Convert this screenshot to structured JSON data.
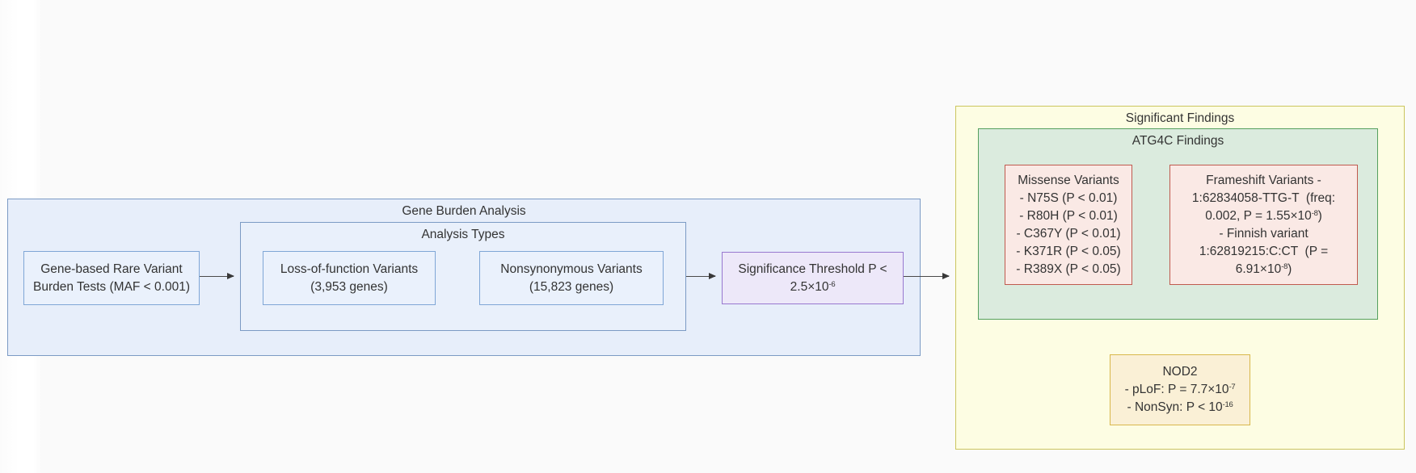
{
  "diagram": {
    "gene_burden": {
      "title": "Gene Burden Analysis",
      "gene_based_node": {
        "lines": [
          "Gene-based Rare Variant",
          "Burden Tests (MAF < 0.001)"
        ]
      },
      "analysis_types": {
        "title": "Analysis Types",
        "lof_node": {
          "lines": [
            "Loss-of-function Variants",
            "(3,953 genes)"
          ]
        },
        "nonsyn_node": {
          "lines": [
            "Nonsynonymous Variants",
            "(15,823 genes)"
          ]
        }
      },
      "significance_node": {
        "lines": [
          "Significance Threshold P <",
          "2.5×10^(-6)"
        ]
      }
    },
    "significant_findings": {
      "title": "Significant Findings",
      "atg4c": {
        "title": "ATG4C Findings",
        "missense_node": {
          "lines": [
            "Missense Variants",
            "- N75S (P < 0.01)",
            "- R80H (P < 0.01)",
            "- C367Y (P < 0.01)",
            "- K371R (P < 0.05)",
            "- R389X (P < 0.05)"
          ]
        },
        "frameshift_node": {
          "lines": [
            "Frameshift Variants -",
            "1:62834058-TTG-T  (freq:",
            "0.002, P = 1.55×10^(-8))",
            "- Finnish variant",
            "1:62819215:C:CT  (P =",
            "6.91×10^(-8))"
          ]
        }
      },
      "nod2_node": {
        "lines": [
          "NOD2",
          "- pLoF: P = 7.7×10^(-7)",
          "- NonSyn: P < 10^(-16)"
        ]
      }
    },
    "colors": {
      "background": "#fafafa",
      "text": "#333333",
      "blue_cluster_fill": "#E7EEFA",
      "blue_cluster_border": "#7B9AC4",
      "blue_node_fill": "#EAF1FC",
      "blue_node_border": "#7FA6D6",
      "purple_node_fill": "#EDE8F9",
      "purple_node_border": "#9878CF",
      "yellow_cluster_fill": "#FDFDE3",
      "yellow_cluster_border": "#CBC55E",
      "green_cluster_fill": "#DBEBDE",
      "green_cluster_border": "#55A05E",
      "pink_node_fill": "#FAE9E5",
      "pink_node_border": "#BF5A4E",
      "cream_node_fill": "#FAF0D6",
      "cream_node_border": "#D8B74B",
      "arrow": "#404040"
    }
  }
}
